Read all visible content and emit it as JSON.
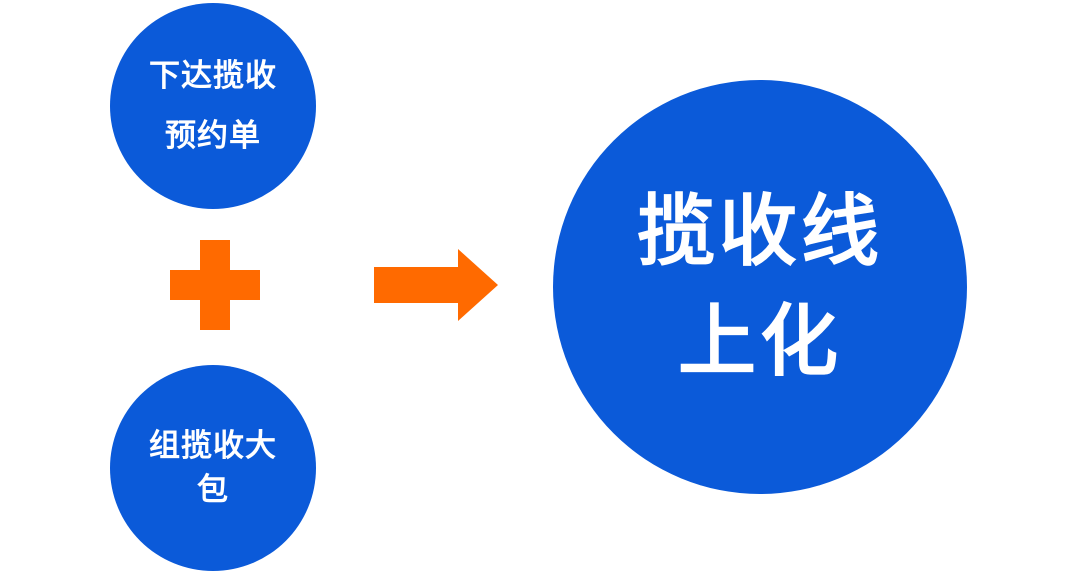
{
  "colors": {
    "circle_fill": "#0b5ad9",
    "operator_fill": "#ff6a00",
    "text": "#ffffff",
    "background": "#ffffff"
  },
  "inputs": {
    "top": {
      "line1": "下达揽收",
      "line2": "预约单"
    },
    "bottom": {
      "line1": "组揽收大",
      "line2": "包"
    }
  },
  "result": {
    "line1": "揽收线",
    "line2": "上化"
  },
  "operators": {
    "plus_icon": "plus-icon",
    "arrow_icon": "arrow-right-icon"
  }
}
